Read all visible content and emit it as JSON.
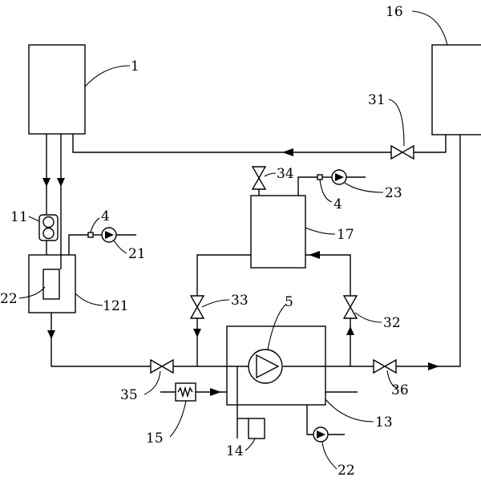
{
  "diagram": {
    "labels": {
      "l1": "1",
      "l16": "16",
      "l31": "31",
      "l34": "34",
      "l4a": "4",
      "l23": "23",
      "l11": "11",
      "l4b": "4",
      "l17": "17",
      "l21": "21",
      "l22a": "22",
      "l121": "121",
      "l5": "5",
      "l33": "33",
      "l32": "32",
      "l35": "35",
      "l36": "36",
      "l13": "13",
      "l15": "15",
      "l14": "14",
      "l22b": "22"
    }
  }
}
